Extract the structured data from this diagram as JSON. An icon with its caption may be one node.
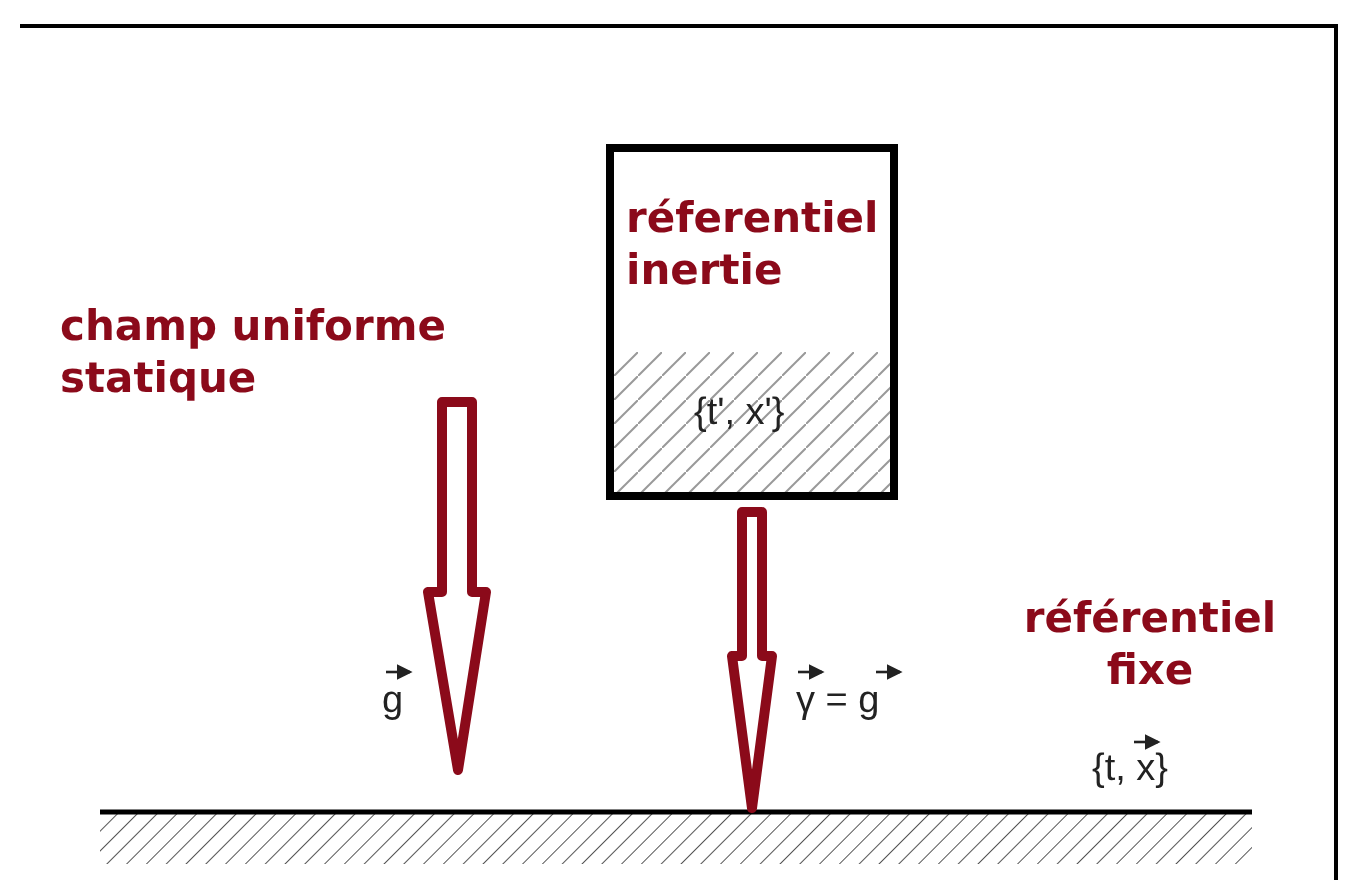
{
  "diagram": {
    "nodes": [
      {
        "text": [
          "réferentiel inertie",
          "{t', x'}"
        ]
      }
    ],
    "labels": [
      "champ uniforme statique",
      "g",
      "γ = g",
      "référentiel fixe",
      "{t, x}"
    ]
  }
}
